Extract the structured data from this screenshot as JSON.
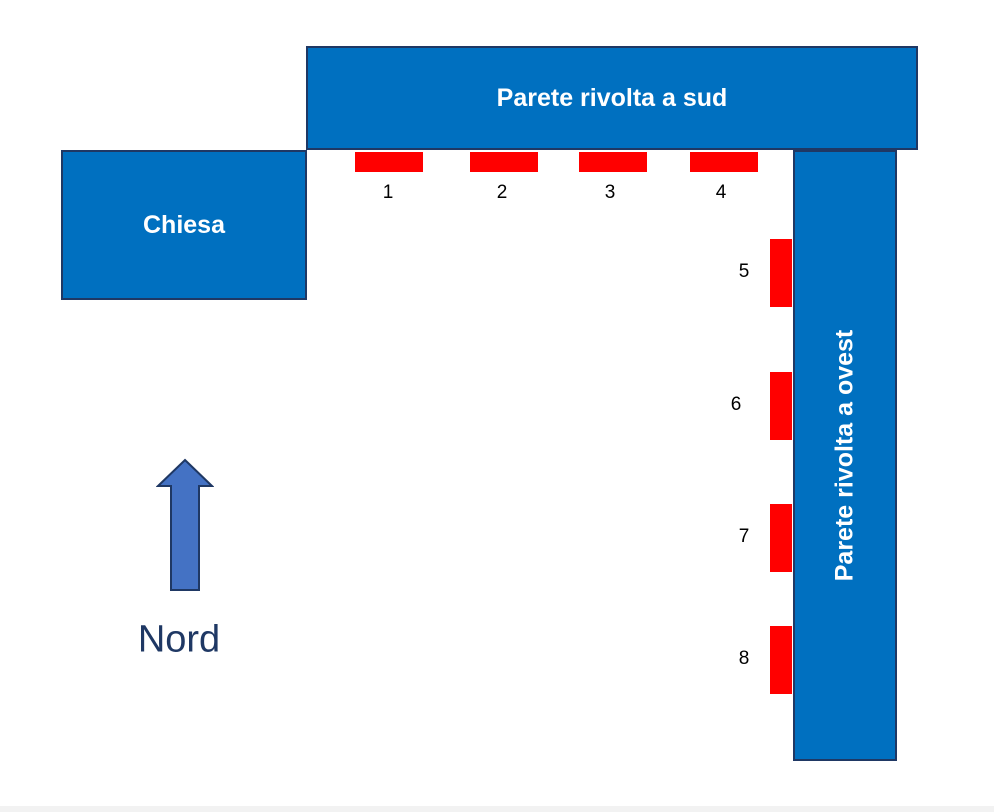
{
  "walls": {
    "south_label": "Parete rivolta a sud",
    "west_label": "Parete rivolta a ovest",
    "church_label": "Chiesa"
  },
  "north": {
    "label": "Nord",
    "icon": "arrow-up-icon"
  },
  "markers": [
    {
      "id": "1",
      "label": "1"
    },
    {
      "id": "2",
      "label": "2"
    },
    {
      "id": "3",
      "label": "3"
    },
    {
      "id": "4",
      "label": "4"
    },
    {
      "id": "5",
      "label": "5"
    },
    {
      "id": "6",
      "label": "6"
    },
    {
      "id": "7",
      "label": "7"
    },
    {
      "id": "8",
      "label": "8"
    }
  ],
  "colors": {
    "wall_fill": "#0070C0",
    "wall_border": "#1F3864",
    "marker": "#FF0000",
    "arrow_fill": "#4472C4",
    "north_text": "#1F3864"
  }
}
